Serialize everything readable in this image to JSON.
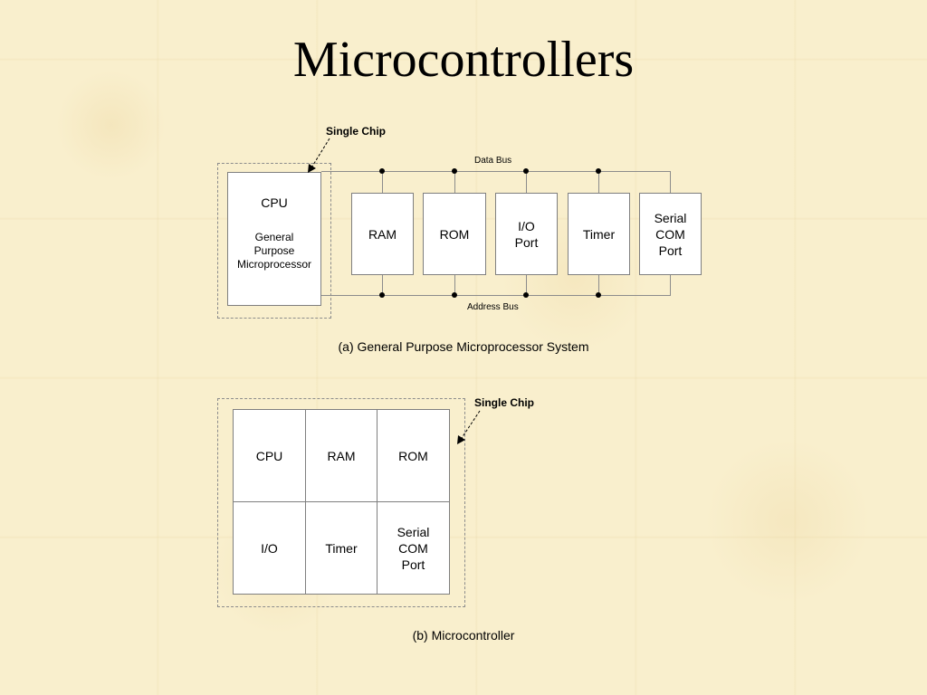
{
  "title": "Microcontrollers",
  "diagram_a": {
    "single_chip_label": "Single Chip",
    "data_bus_label": "Data Bus",
    "address_bus_label": "Address Bus",
    "cpu_label": "CPU",
    "cpu_sub_label": "General\nPurpose\nMicroprocessor",
    "components": [
      "RAM",
      "ROM",
      "I/O\nPort",
      "Timer",
      "Serial\nCOM\nPort"
    ],
    "caption": "(a) General Purpose Microprocessor System"
  },
  "diagram_b": {
    "single_chip_label": "Single Chip",
    "cells": [
      "CPU",
      "RAM",
      "ROM",
      "I/O",
      "Timer",
      "Serial\nCOM\nPort"
    ],
    "caption": "(b) Microcontroller"
  }
}
